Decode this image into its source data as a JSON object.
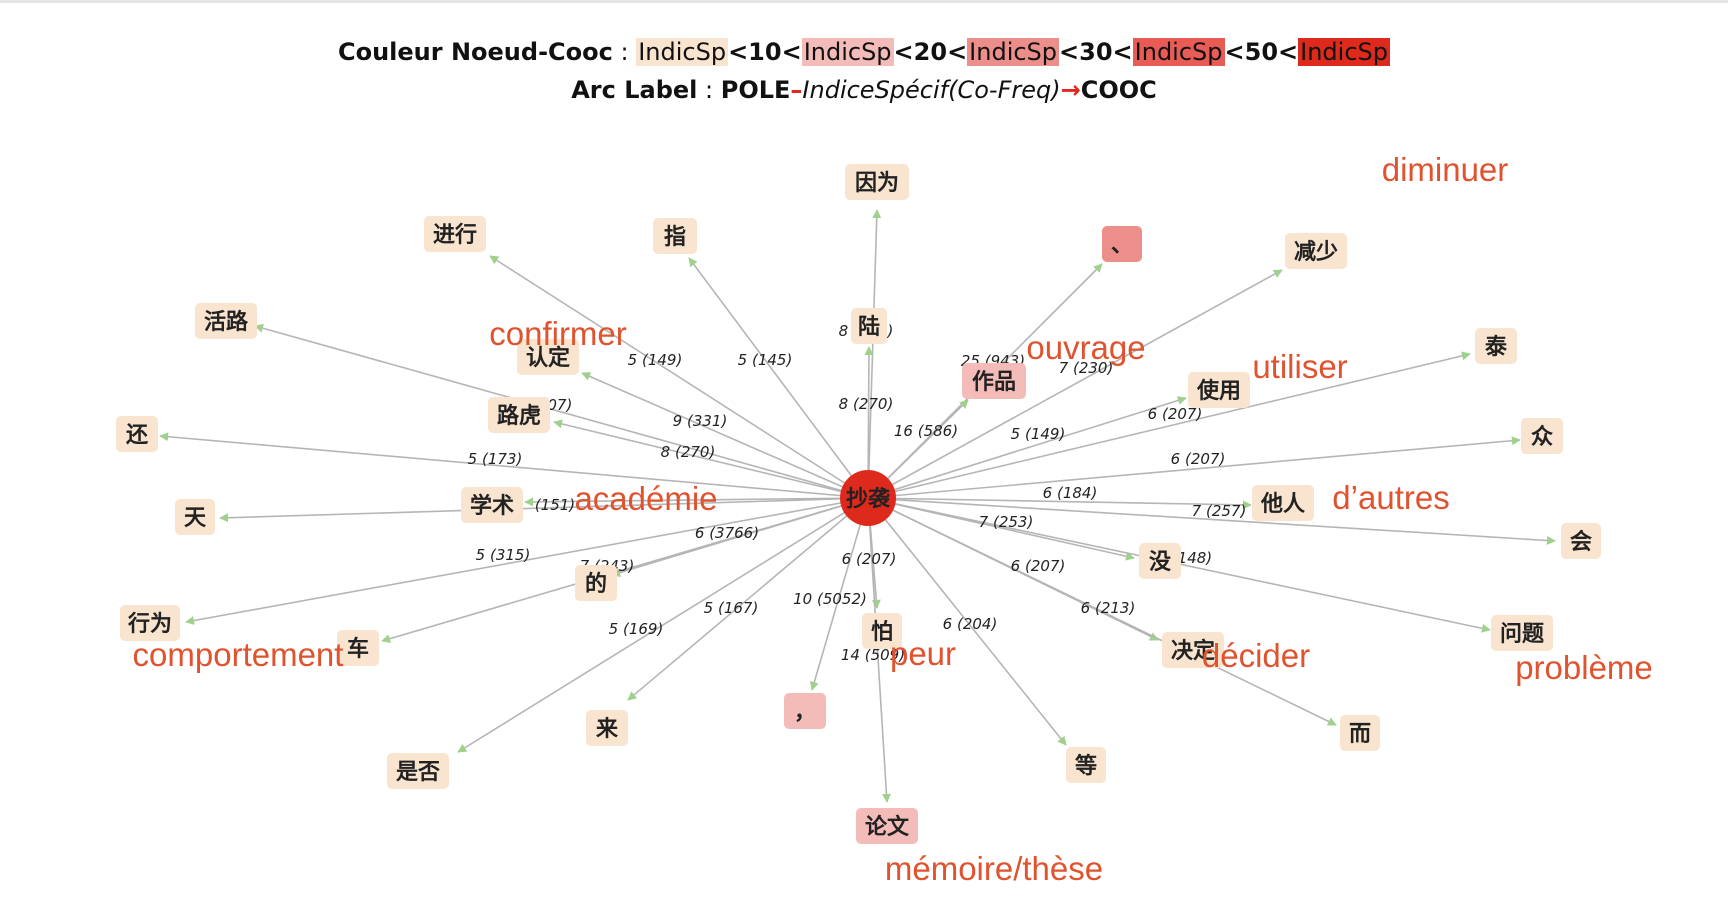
{
  "legend": {
    "line1_title": "Couleur Noeud-Cooc",
    "line1_colon": " : ",
    "swatch_label": "IndicSp",
    "lt": "<",
    "thresholds": [
      "10",
      "20",
      "30",
      "50"
    ],
    "line2_title": "Arc Label",
    "line2_colon": " : ",
    "pole": "POLE",
    "dash": "–",
    "indice": "IndiceSpécif(Co-Freq)",
    "arrow": "→",
    "cooc": "COOC"
  },
  "colors": {
    "level1": "#f8e4cf",
    "level2": "#f3bcb8",
    "level3": "#ec8f8a",
    "level4": "#e85c55",
    "level5": "#dd2a1c",
    "edge": "#b5b5b5",
    "arrowhead": "#9fd08c",
    "translation": "#e0532f"
  },
  "center": {
    "label": "抄袭"
  },
  "nodes": [
    {
      "label": "因为",
      "edge": ""
    },
    {
      "label": "指",
      "edge": "5 (145)"
    },
    {
      "label": "进行",
      "edge": "5 (149)"
    },
    {
      "label": "活路",
      "edge": "6 (207)"
    },
    {
      "label": "认定",
      "edge": "9 (331)"
    },
    {
      "label": "路虎",
      "edge": "8 (270)"
    },
    {
      "label": "还",
      "edge": "5 (173)"
    },
    {
      "label": "学术",
      "edge": "(151)"
    },
    {
      "label": "天",
      "edge": ""
    },
    {
      "label": "的",
      "edge": "6 (3766)"
    },
    {
      "label": "行为",
      "edge": "5 (315)"
    },
    {
      "label": "车",
      "edge": "7 (243)"
    },
    {
      "label": "来",
      "edge": "5 (167)"
    },
    {
      "label": "是否",
      "edge": "5 (169)"
    },
    {
      "label": "，",
      "edge": "10 (5052)"
    },
    {
      "label": "怕",
      "edge": "6 (207)"
    },
    {
      "label": "论文",
      "edge": "14 (509)"
    },
    {
      "label": "等",
      "edge": "6 (204)"
    },
    {
      "label": "决定",
      "edge": "6 (213)"
    },
    {
      "label": "而",
      "edge": "6 (207)"
    },
    {
      "label": "没",
      "edge": "7 (253)"
    },
    {
      "label": "问题",
      "edge": "(148)"
    },
    {
      "label": "会",
      "edge": "7 (257)"
    },
    {
      "label": "他人",
      "edge": "6 (184)"
    },
    {
      "label": "众",
      "edge": "6 (207)"
    },
    {
      "label": "泰",
      "edge": "6 (207)"
    },
    {
      "label": "使用",
      "edge": "5 (149)"
    },
    {
      "label": "减少",
      "edge": "7 (230)"
    },
    {
      "label": "、",
      "edge": "25 (943)"
    },
    {
      "label": "作品",
      "edge": "16 (586)"
    },
    {
      "label": "陆",
      "edge": "8 (270)"
    },
    {
      "label": "",
      "edge": "8 (290)"
    }
  ],
  "translations": [
    "diminuer",
    "confirmer",
    "ouvrage",
    "utiliser",
    "académie",
    "d’autres",
    "comportement",
    "peur",
    "décider",
    "problème",
    "mémoire/thèse"
  ]
}
